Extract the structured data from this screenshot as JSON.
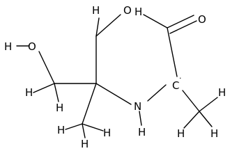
{
  "molecule": {
    "atoms": {
      "ring_h_left": "H",
      "ring_o": "O",
      "ring_o_h": "H",
      "carbonyl_o": "O",
      "radical_c": "C",
      "radical_dot": "·",
      "nitrogen": "N",
      "nh_h": "H",
      "hydroxyl_h": "H",
      "hydroxyl_o": "O",
      "ch2_h": "H",
      "ch2_h2": "H",
      "methyl_left_h1": "H",
      "methyl_left_h2": "H",
      "methyl_left_h3": "H",
      "methyl_right_h1": "H",
      "methyl_right_h2": "H",
      "methyl_right_h3": "H"
    }
  }
}
